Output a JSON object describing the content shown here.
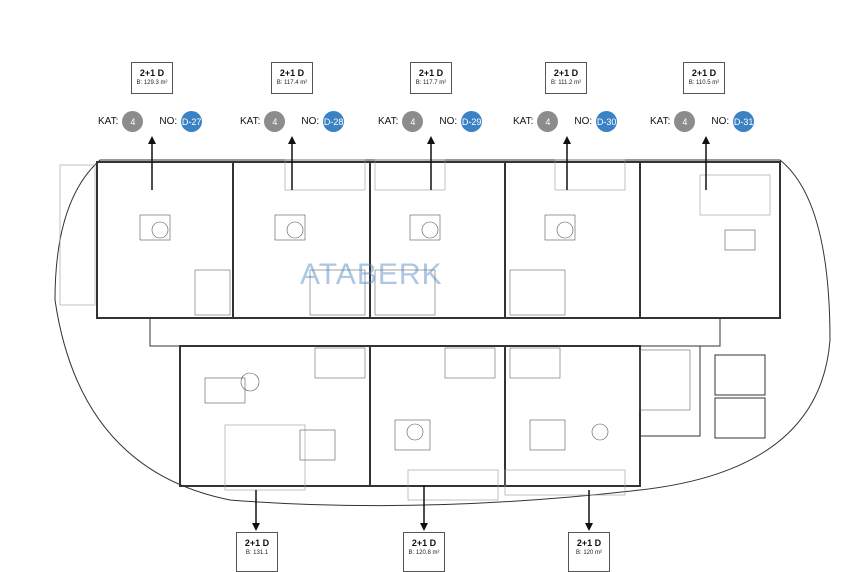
{
  "top_units": [
    {
      "type": "2+1 D",
      "area": "B: 129.3 m²",
      "kat_label": "KAT:",
      "floor": "4",
      "no_label": "NO:",
      "no": "D-27"
    },
    {
      "type": "2+1 D",
      "area": "B: 117.4 m²",
      "kat_label": "KAT:",
      "floor": "4",
      "no_label": "NO:",
      "no": "D-28"
    },
    {
      "type": "2+1 D",
      "area": "B: 117.7 m²",
      "kat_label": "KAT:",
      "floor": "4",
      "no_label": "NO:",
      "no": "D-29"
    },
    {
      "type": "2+1 D",
      "area": "B: 111.2 m²",
      "kat_label": "KAT:",
      "floor": "4",
      "no_label": "NO:",
      "no": "D-30"
    },
    {
      "type": "2+1 D",
      "area": "B: 110.5 m²",
      "kat_label": "KAT:",
      "floor": "4",
      "no_label": "NO:",
      "no": "D-31"
    }
  ],
  "bottom_units": [
    {
      "type": "2+1 D",
      "area": "B: 131.1"
    },
    {
      "type": "2+1 D",
      "area": "B: 120.8 m²"
    },
    {
      "type": "2+1 D",
      "area": "B: 120 m²"
    }
  ],
  "watermark": "ATABERK",
  "colors": {
    "floor_badge": "#8c8c8c",
    "unit_badge": "#3b82c4",
    "plan_lines": "#333333"
  }
}
